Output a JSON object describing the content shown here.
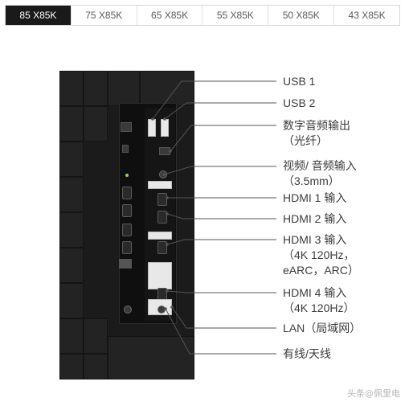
{
  "tabs": [
    {
      "label": "85 X85K",
      "active": true
    },
    {
      "label": "75 X85K",
      "active": false
    },
    {
      "label": "65 X85K",
      "active": false
    },
    {
      "label": "55 X85K",
      "active": false
    },
    {
      "label": "50 X85K",
      "active": false
    },
    {
      "label": "43 X85K",
      "active": false
    }
  ],
  "callouts": {
    "usb1": "USB 1",
    "usb2": "USB 2",
    "optical_1": "数字音频输出",
    "optical_2": "（光纤）",
    "video_1": "视频/ 音频输入",
    "video_2": "（3.5mm）",
    "hdmi1": "HDMI 1 输入",
    "hdmi2": "HDMI 2 输入",
    "hdmi3_1": "HDMI 3 输入",
    "hdmi3_2": "（4K 120Hz，",
    "hdmi3_3": "eARC，ARC）",
    "hdmi4_1": "HDMI 4 输入",
    "hdmi4_2": "（4K 120Hz）",
    "lan": "LAN（局域网）",
    "antenna": "有线/天线"
  },
  "watermark": "头条@佩里电"
}
